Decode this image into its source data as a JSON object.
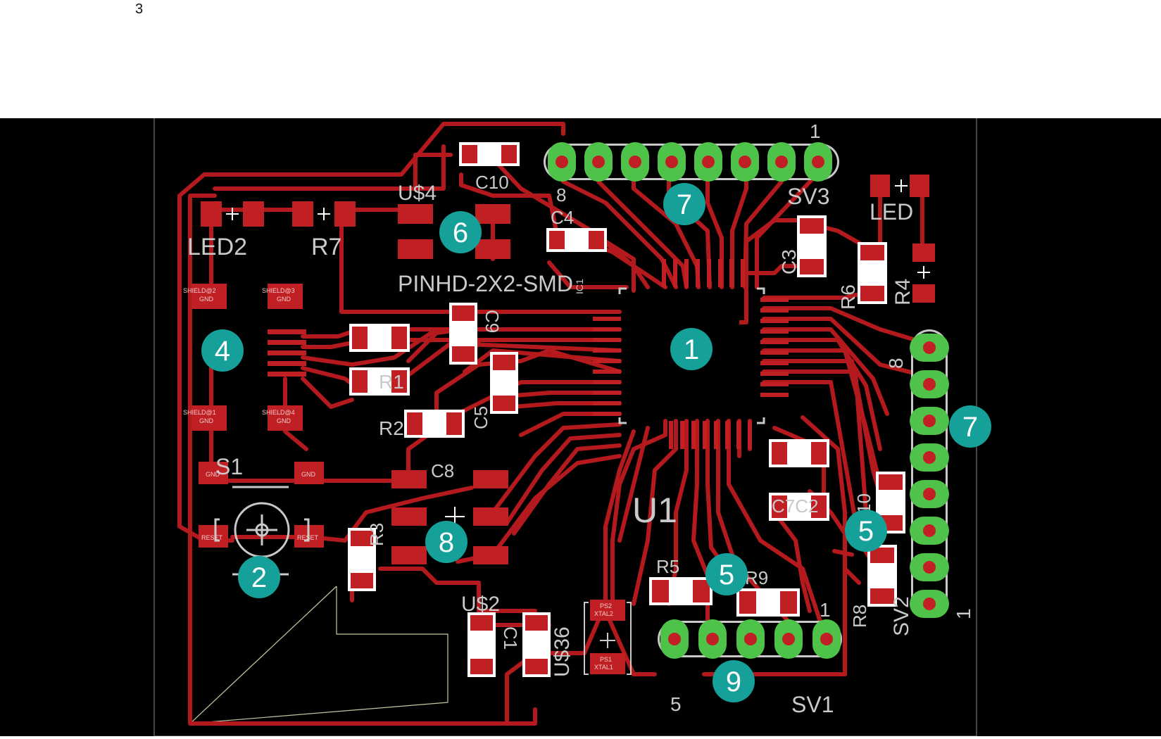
{
  "page_number": "3",
  "colors": {
    "background": "#000000",
    "trace": "#b3191d",
    "pad": "#c01f24",
    "through_hole": "#4fc24a",
    "silkscreen": "#c9c9c9",
    "callout": "#16a09a",
    "outline": "#c9c7a0"
  },
  "components": {
    "led2": "LED2",
    "r7": "R7",
    "us4": "U$4",
    "c10": "C10",
    "c4": "C4",
    "pinhd": "PINHD-2X2-SMD",
    "sv3": "SV3",
    "sv3_pin1": "1",
    "sv3_pin8": "8",
    "led": "LED",
    "c3": "C3",
    "r6": "R6",
    "r4": "R4",
    "c9": "C9",
    "r1": "R1",
    "r2": "R2",
    "c5": "C5",
    "c8": "C8",
    "s1": "S1",
    "u1": "U1",
    "c7c2": "C7C2",
    "r10": "10",
    "sv2": "SV2",
    "sv2_pin8": "8",
    "sv2_pin1": "1",
    "r8": "R8",
    "r3": "R3",
    "us2": "U$2",
    "r5": "R5",
    "r9": "R9",
    "c1": "C1",
    "us36": "U$36",
    "sv1": "SV1",
    "sv1_pin5": "5",
    "sv1_pin1": "1",
    "ic1": "IC1"
  },
  "pad_labels": {
    "shield2": "SHIELD@2",
    "shield3": "SHIELD@3",
    "shield1": "SHIELD@1",
    "shield4": "SHIELD@4",
    "gnd": "GND",
    "gnd_b": "GND",
    "gnd_c": "GND",
    "gnd_d": "GND",
    "gnd_e": "GND",
    "gnd_f": "GND",
    "reset": "RESET",
    "reset_b": "RESET",
    "ps2": "PS2",
    "xtal2": "XTAL2",
    "ps1": "PS1",
    "xtal1": "XTAL1"
  },
  "callouts": [
    {
      "label": "1"
    },
    {
      "label": "2"
    },
    {
      "label": "4"
    },
    {
      "label": "5"
    },
    {
      "label": "5"
    },
    {
      "label": "6"
    },
    {
      "label": "7"
    },
    {
      "label": "7"
    },
    {
      "label": "8"
    },
    {
      "label": "9"
    }
  ]
}
